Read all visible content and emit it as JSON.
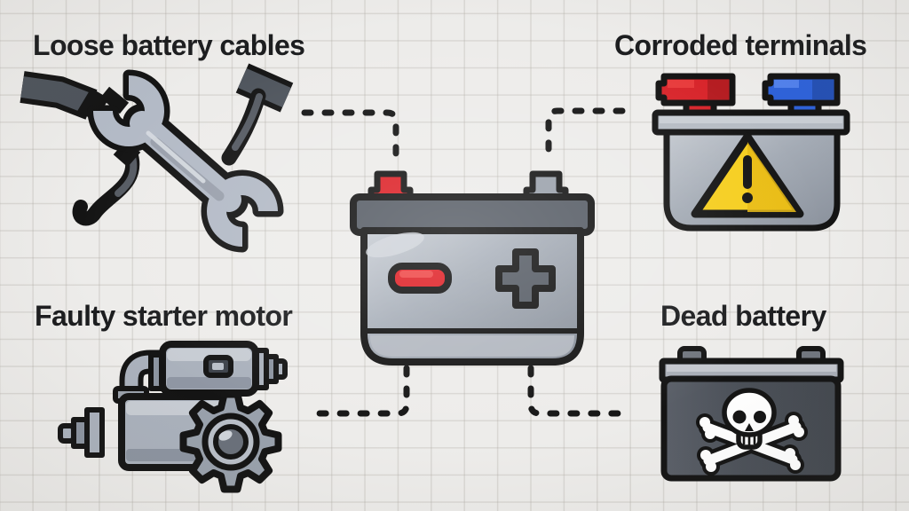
{
  "diagram": {
    "subject": "car-battery-problems",
    "center": {
      "icon": "car-battery-icon"
    },
    "causes": [
      {
        "label": "Loose battery cables",
        "icon": "wrench-and-cables-icon",
        "position": "top-left"
      },
      {
        "label": "Corroded terminals",
        "icon": "corroded-battery-terminals-icon",
        "position": "top-right"
      },
      {
        "label": "Faulty starter motor",
        "icon": "starter-motor-gear-icon",
        "position": "bottom-left"
      },
      {
        "label": "Dead battery",
        "icon": "dead-battery-skull-icon",
        "position": "bottom-right"
      }
    ],
    "colors": {
      "background": "#edecea",
      "grid_line": "#dedcd8",
      "outline": "#141414",
      "text": "#1c1d1f",
      "terminal_red": "#dd2127",
      "terminal_blue": "#2e62d9",
      "warning_yellow": "#f6ce1e",
      "metal_light": "#c7ccd3",
      "metal_mid": "#a6adb7",
      "metal_dark": "#575d66",
      "dead_body_gray": "#4b5058",
      "skull_white": "#ffffff"
    }
  }
}
